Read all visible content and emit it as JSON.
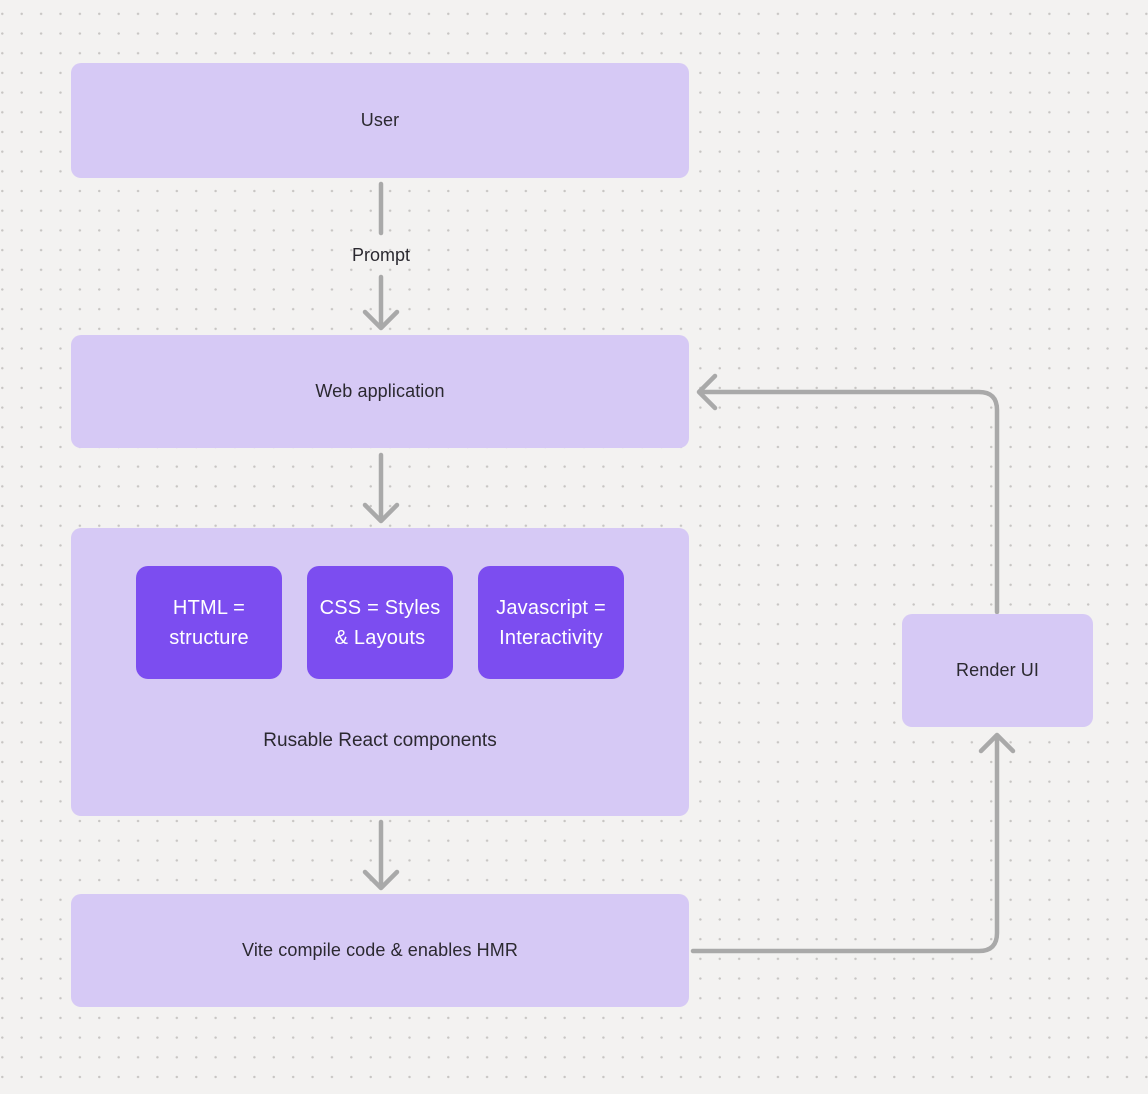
{
  "diagram": {
    "nodes": {
      "user": {
        "label": "User"
      },
      "web_app": {
        "label": "Web application"
      },
      "components": {
        "caption": "Rusable React components",
        "cards": [
          {
            "line1": "HTML =",
            "line2": "structure"
          },
          {
            "line1": "CSS = Styles",
            "line2": "& Layouts"
          },
          {
            "line1": "Javascript =",
            "line2": "Interactivity"
          }
        ]
      },
      "vite": {
        "label": "Vite compile code & enables HMR"
      },
      "render_ui": {
        "label": "Render UI"
      }
    },
    "edges": [
      {
        "from": "user",
        "to": "web_app",
        "label": "Prompt"
      },
      {
        "from": "web_app",
        "to": "components",
        "label": ""
      },
      {
        "from": "components",
        "to": "vite",
        "label": ""
      },
      {
        "from": "vite",
        "to": "render_ui",
        "label": ""
      },
      {
        "from": "render_ui",
        "to": "web_app",
        "label": ""
      }
    ],
    "colors": {
      "background": "#f3f2f1",
      "grid_dot": "#c7c5c3",
      "node_fill": "#d6c9f5",
      "card_fill": "#7c4df0",
      "card_text": "#ffffff",
      "node_text": "#2b2930",
      "arrow": "#a9a9a9"
    }
  }
}
